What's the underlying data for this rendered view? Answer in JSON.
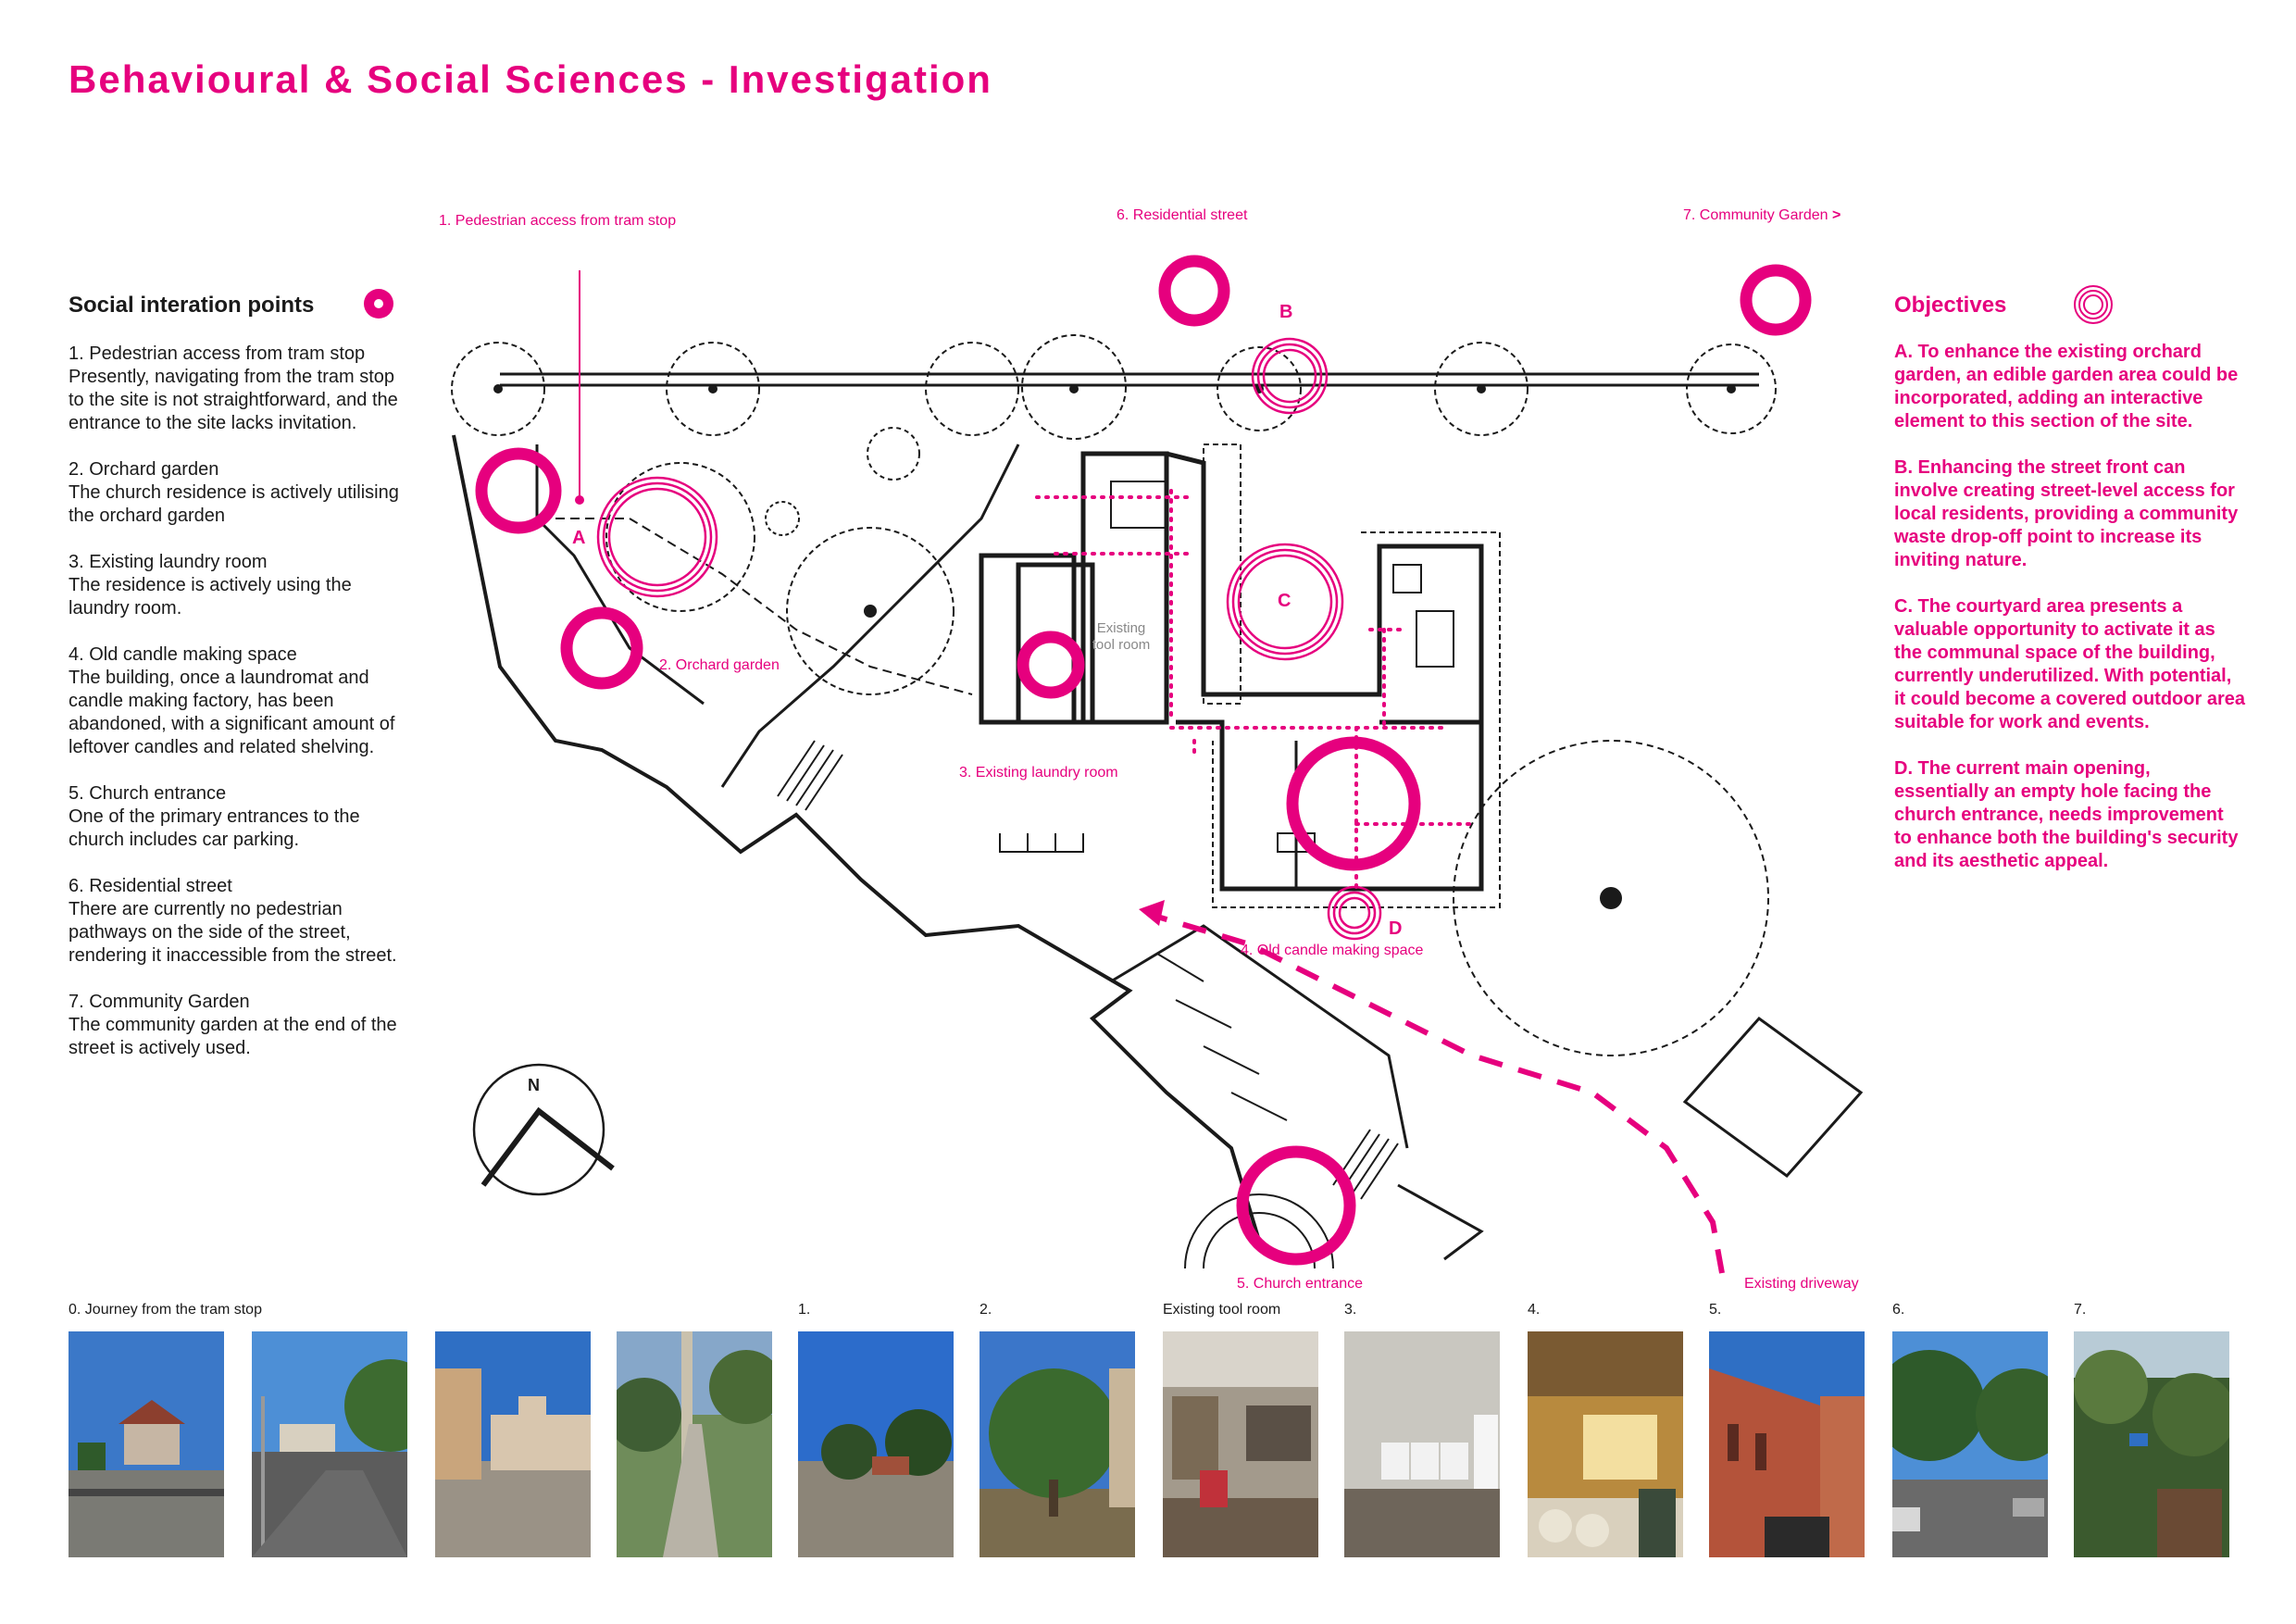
{
  "title": "Behavioural & Social Sciences - Investigation",
  "legend": {
    "social_heading": "Social interation points",
    "objectives_heading": "Objectives"
  },
  "social_points": [
    {
      "heading": "1. Pedestrian access from tram stop",
      "body": "Presently, navigating from the tram stop to the site is not straightforward, and the entrance to the site lacks invitation."
    },
    {
      "heading": "2. Orchard garden",
      "body": "The church residence is actively utilising the orchard garden"
    },
    {
      "heading": "3. Existing laundry room",
      "body": "The residence is actively using the laundry room."
    },
    {
      "heading": "4. Old candle making space",
      "body": "The building, once a laundromat and candle making factory, has been abandoned, with a significant amount of leftover candles and related shelving."
    },
    {
      "heading": "5. Church entrance",
      "body": "One of the primary entrances to the church includes car parking."
    },
    {
      "heading": "6. Residential street",
      "body": "There are currently no pedestrian pathways on the side of the street, rendering it inaccessible from the street."
    },
    {
      "heading": "7. Community Garden",
      "body": "The community garden at the end of the street is actively used."
    }
  ],
  "objectives": [
    "A. To enhance the existing orchard garden, an edible garden area could be incorporated, adding an interactive element to this section of the site.",
    "B. Enhancing the street front can involve creating street-level access for local residents, providing a community waste drop-off point to increase its inviting nature.",
    "C. The courtyard area presents a valuable opportunity to activate it as the communal space of the building, currently underutilized. With potential, it could become a covered outdoor area suitable for work and events.",
    "D. The current main opening, essentially an empty hole facing the church entrance, needs improvement to enhance both the building's security and its aesthetic appeal."
  ],
  "plan_labels": {
    "l1": "1. Pedestrian access from tram stop",
    "l6": "6. Residential street",
    "l7": "7. Community Garden",
    "l7_arrow": ">",
    "l2": "2. Orchard garden",
    "l3": "3. Existing laundry room",
    "l4": "4. Old candle making space",
    "l5": "5. Church entrance",
    "driveway": "Existing driveway",
    "tool_room": "Existing tool room",
    "north": "N",
    "A": "A",
    "B": "B",
    "C": "C",
    "D": "D"
  },
  "photos": [
    {
      "label": "0. Journey from the tram stop",
      "scene": "house-street"
    },
    {
      "label": "",
      "scene": "road"
    },
    {
      "label": "",
      "scene": "building"
    },
    {
      "label": "",
      "scene": "footpath"
    },
    {
      "label": "1.",
      "scene": "field"
    },
    {
      "label": "2.",
      "scene": "tree"
    },
    {
      "label": "Existing tool room",
      "scene": "tool-room"
    },
    {
      "label": "3.",
      "scene": "laundry"
    },
    {
      "label": "4.",
      "scene": "candle-room"
    },
    {
      "label": "5.",
      "scene": "church"
    },
    {
      "label": "6.",
      "scene": "street"
    },
    {
      "label": "7.",
      "scene": "garden"
    }
  ],
  "colors": {
    "accent": "#e6007e",
    "ink": "#1a1a1a"
  }
}
